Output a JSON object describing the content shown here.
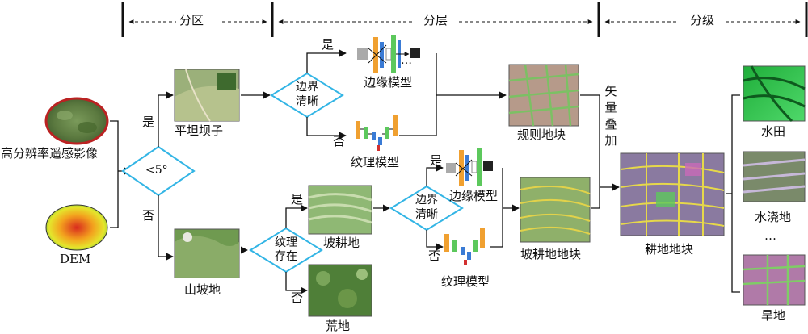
{
  "stages": {
    "zone": "分区",
    "layer": "分层",
    "grade": "分级"
  },
  "inputs": {
    "image": "高分辨率遥感影像",
    "dem": "DEM"
  },
  "decisions": {
    "slope": "<5°",
    "texture_line1": "纹理",
    "texture_line2": "存在",
    "boundary_top_line1": "边界",
    "boundary_top_line2": "清晰",
    "boundary_bottom_line1": "边界",
    "boundary_bottom_line2": "清晰"
  },
  "branches": {
    "yes": "是",
    "no": "否"
  },
  "nodes": {
    "flat": "平坦坝子",
    "mountain": "山坡地",
    "slope_farmland": "坡耕地",
    "wasteland": "荒地",
    "edge_model": "边缘模型",
    "texture_model": "纹理模型",
    "regular_parcel": "规则地块",
    "slope_parcel": "坡耕地地块",
    "farmland_parcel": "耕地地块",
    "paddy": "水田",
    "irrigated": "水浇地",
    "dry": "旱地",
    "ellipsis": "…"
  },
  "vector_overlay": [
    "矢",
    "量",
    "叠",
    "加"
  ],
  "colors": {
    "decision_stroke": "#33b5e5",
    "line": "#111111",
    "model_orange": "#f0a030",
    "model_green": "#5cc85c",
    "model_blue": "#3a7bd5",
    "model_red": "#d23030"
  }
}
